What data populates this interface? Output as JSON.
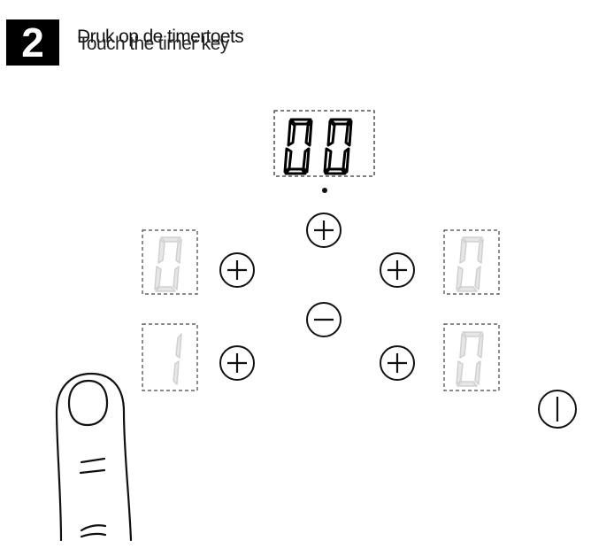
{
  "step": {
    "number": "2"
  },
  "instruction": {
    "nl": "Druk op de timertoets",
    "en": "Touch the timer key"
  },
  "display": {
    "timer_digits": "00",
    "zone_top_left": "0",
    "zone_bottom_left": "1",
    "zone_top_right": "0",
    "zone_bottom_right": "0",
    "active_color": "#000000",
    "inactive_color": "#d4d4d4"
  },
  "keys": {
    "plus_symbol": "+",
    "minus_symbol": "−",
    "icons": [
      "plus-icon",
      "minus-icon",
      "power-icon"
    ]
  }
}
